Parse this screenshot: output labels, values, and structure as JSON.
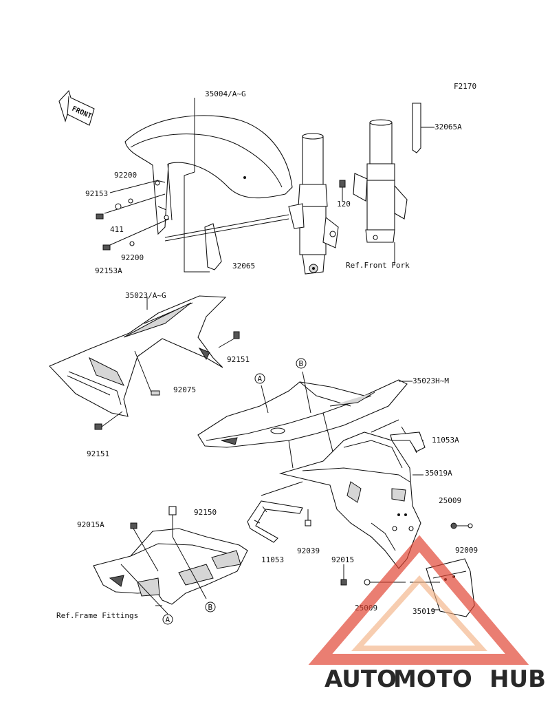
{
  "figure_code": "F2170",
  "front_badge": "FRONT",
  "callouts": [
    {
      "id": "A",
      "label": "A"
    },
    {
      "id": "B",
      "label": "B"
    },
    {
      "id": "A2",
      "label": "A"
    },
    {
      "id": "B2",
      "label": "B"
    }
  ],
  "labels": {
    "p35004": "35004/A~G",
    "p32065a": "32065A",
    "p92200a": "92200",
    "p92153": "92153",
    "p120": "120",
    "p411": "411",
    "p92200b": "92200",
    "p92153a": "92153A",
    "p32065": "32065",
    "ref_front_fork": "Ref.Front Fork",
    "p35023": "35023/A~G",
    "p92151a": "92151",
    "p92075": "92075",
    "p35023h": "35023H~M",
    "p92151b": "92151",
    "p11053a": "11053A",
    "p35019a": "35019A",
    "p92150": "92150",
    "p92015a": "92015A",
    "p25009a": "25009",
    "p92009": "92009",
    "p11053": "11053",
    "p92039": "92039",
    "p92015": "92015",
    "p25009b": "25009",
    "p35019": "35019",
    "ref_frame_fittings": "Ref.Frame Fittings"
  },
  "watermark": {
    "part1": "AUTO",
    "part2": "MOTO",
    "part3": "HUB",
    "color1": "#f4b183",
    "color2": "#e0422f",
    "color3": "#7f7f7f"
  }
}
